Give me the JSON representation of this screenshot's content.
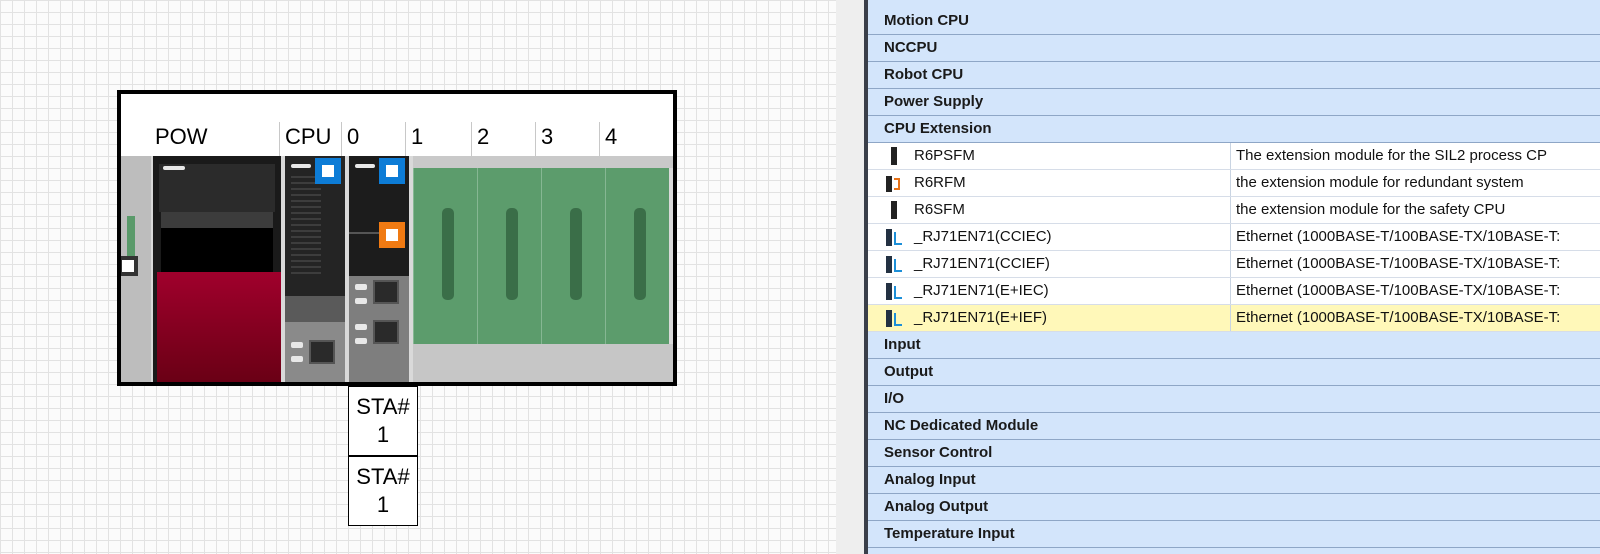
{
  "rack": {
    "slots": [
      "POW",
      "CPU",
      "0",
      "1",
      "2",
      "3",
      "4"
    ],
    "stations": [
      "STA#\n1",
      "STA#\n1"
    ]
  },
  "module_list": {
    "categories_top": [
      "Motion CPU",
      "NCCPU",
      "Robot CPU",
      "Power Supply",
      "CPU Extension"
    ],
    "items": [
      {
        "name": "R6PSFM",
        "desc": "The extension module for the SIL2 process CP",
        "icon": "black-module-icon",
        "selected": false
      },
      {
        "name": "R6RFM",
        "desc": "the extension module for redundant system",
        "icon": "redundant-module-icon",
        "selected": false
      },
      {
        "name": "R6SFM",
        "desc": "the extension module for the safety CPU",
        "icon": "black-module-icon",
        "selected": false
      },
      {
        "name": "_RJ71EN71(CCIEC)",
        "desc": "Ethernet (1000BASE-T/100BASE-TX/10BASE-T:",
        "icon": "ethernet-module-icon",
        "selected": false
      },
      {
        "name": "_RJ71EN71(CCIEF)",
        "desc": "Ethernet (1000BASE-T/100BASE-TX/10BASE-T:",
        "icon": "ethernet-module-icon",
        "selected": false
      },
      {
        "name": "_RJ71EN71(E+IEC)",
        "desc": "Ethernet (1000BASE-T/100BASE-TX/10BASE-T:",
        "icon": "ethernet-module-icon",
        "selected": false
      },
      {
        "name": "_RJ71EN71(E+IEF)",
        "desc": "Ethernet (1000BASE-T/100BASE-TX/10BASE-T:",
        "icon": "ethernet-module-icon",
        "selected": true
      }
    ],
    "categories_bottom": [
      "Input",
      "Output",
      "I/O",
      "NC Dedicated Module",
      "Sensor Control",
      "Analog Input",
      "Analog Output",
      "Temperature Input"
    ]
  },
  "colors": {
    "category_bg": "#d3e5fb",
    "selected_bg": "#fff8b9",
    "module_green": "#5c9c6c",
    "power_red": "#a0002c",
    "blue_marker": "#0d7cd6",
    "orange_marker": "#f07a12"
  }
}
